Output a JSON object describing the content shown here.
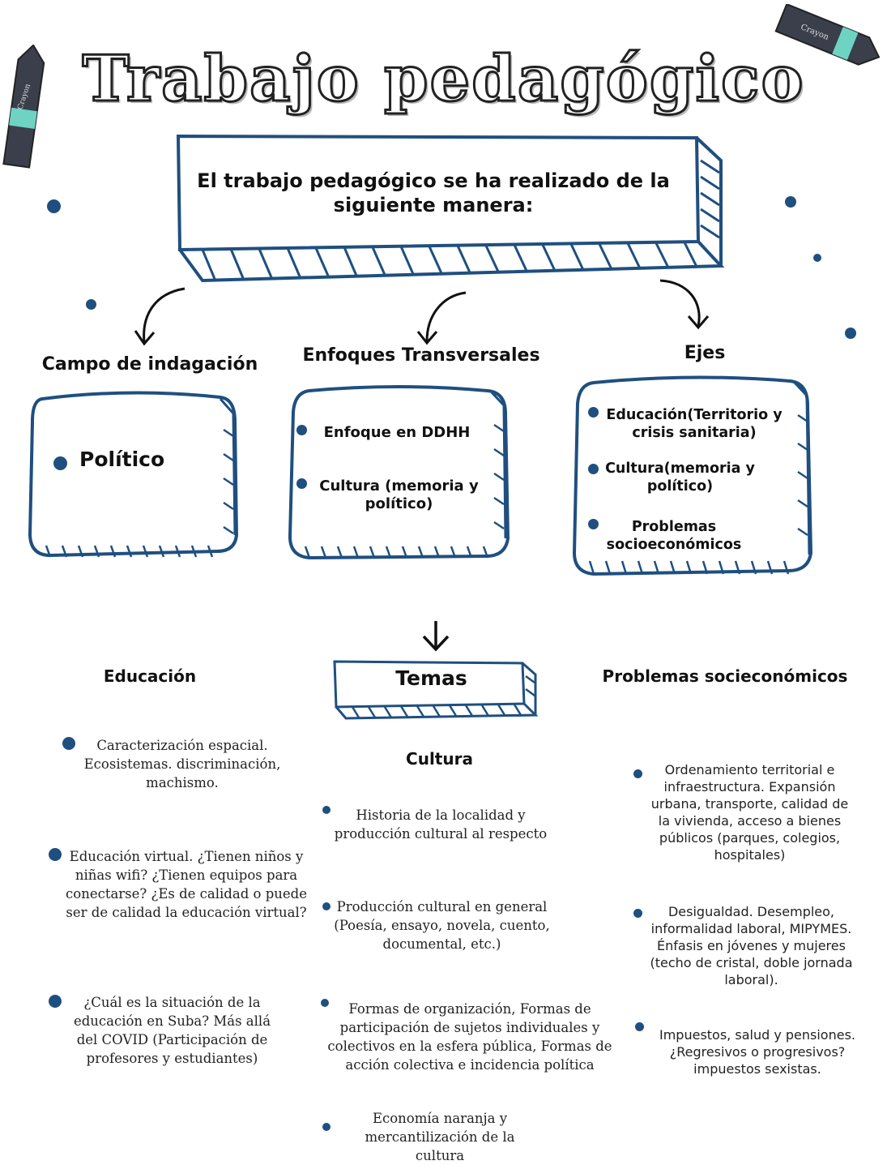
{
  "title": "Trabajo pedagógico",
  "intro": "El trabajo pedagógico se ha realizado de la siguiente manera:",
  "columns": {
    "campo": {
      "heading": "Campo de indagación",
      "items": [
        "Político"
      ]
    },
    "enfoques": {
      "heading": "Enfoques Transversales",
      "items": [
        "Enfoque en DDHH",
        "Cultura (memoria y político)"
      ]
    },
    "ejes": {
      "heading": "Ejes",
      "items": [
        "Educación(Territorio y crisis sanitaria)",
        "Cultura(memoria y político)",
        "Problemas socioeconómicos"
      ]
    }
  },
  "temas": "Temas",
  "sections": {
    "educacion": {
      "heading": "Educación",
      "items": [
        "Caracterización espacial. Ecosistemas. discriminación, machismo.",
        "Educación virtual. ¿Tienen niños y niñas wifi? ¿Tienen equipos para conectarse? ¿Es de calidad o puede ser de calidad la educación virtual?",
        "¿Cuál es la situación de la educación en Suba? Más allá del COVID (Participación de profesores y estudiantes)"
      ]
    },
    "cultura": {
      "heading": "Cultura",
      "items": [
        "Historia de la localidad y producción cultural al respecto",
        "Producción cultural en general (Poesía, ensayo, novela, cuento, documental, etc.)",
        "Formas de organización, Formas de participación de sujetos individuales y colectivos en la esfera pública, Formas de acción colectiva e incidencia política",
        "Economía naranja y mercantilización de la cultura"
      ]
    },
    "problemas": {
      "heading": "Problemas socieconómicos",
      "items": [
        "Ordenamiento territorial e infraestructura. Expansión urbana, transporte, calidad de la vivienda, acceso a bienes públicos (parques, colegios, hospitales)",
        "Desigualdad. Desempleo, informalidad laboral, MIPYMES. Énfasis en jóvenes y mujeres (techo de cristal, doble jornada laboral).",
        "Impuestos, salud y pensiones. ¿Regresivos o progresivos? impuestos sexistas."
      ]
    }
  },
  "decor": {
    "crayon_label": "Crayon",
    "accent": "#1f4f7f",
    "crayon_band": "#6fd3c3",
    "crayon_body": "#3a3f4b"
  }
}
